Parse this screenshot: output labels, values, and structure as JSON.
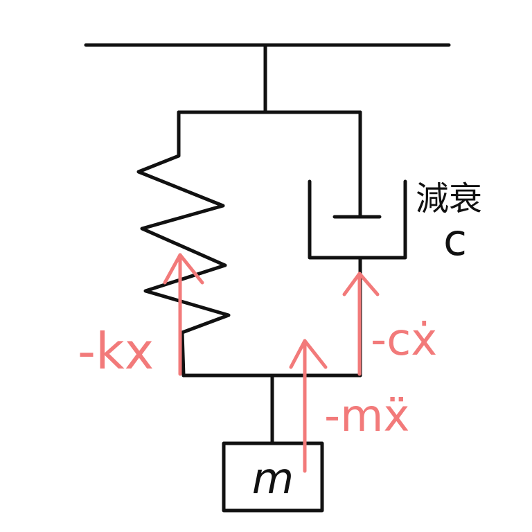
{
  "diagram": {
    "damper_label": "減衰",
    "damping_symbol": "c",
    "mass_label": "m",
    "spring_force": "-kx",
    "damping_force": "-cẋ",
    "inertial_force": "-mẍ"
  },
  "colors": {
    "structure": "#111111",
    "force_arrows": "#f27a7a"
  }
}
